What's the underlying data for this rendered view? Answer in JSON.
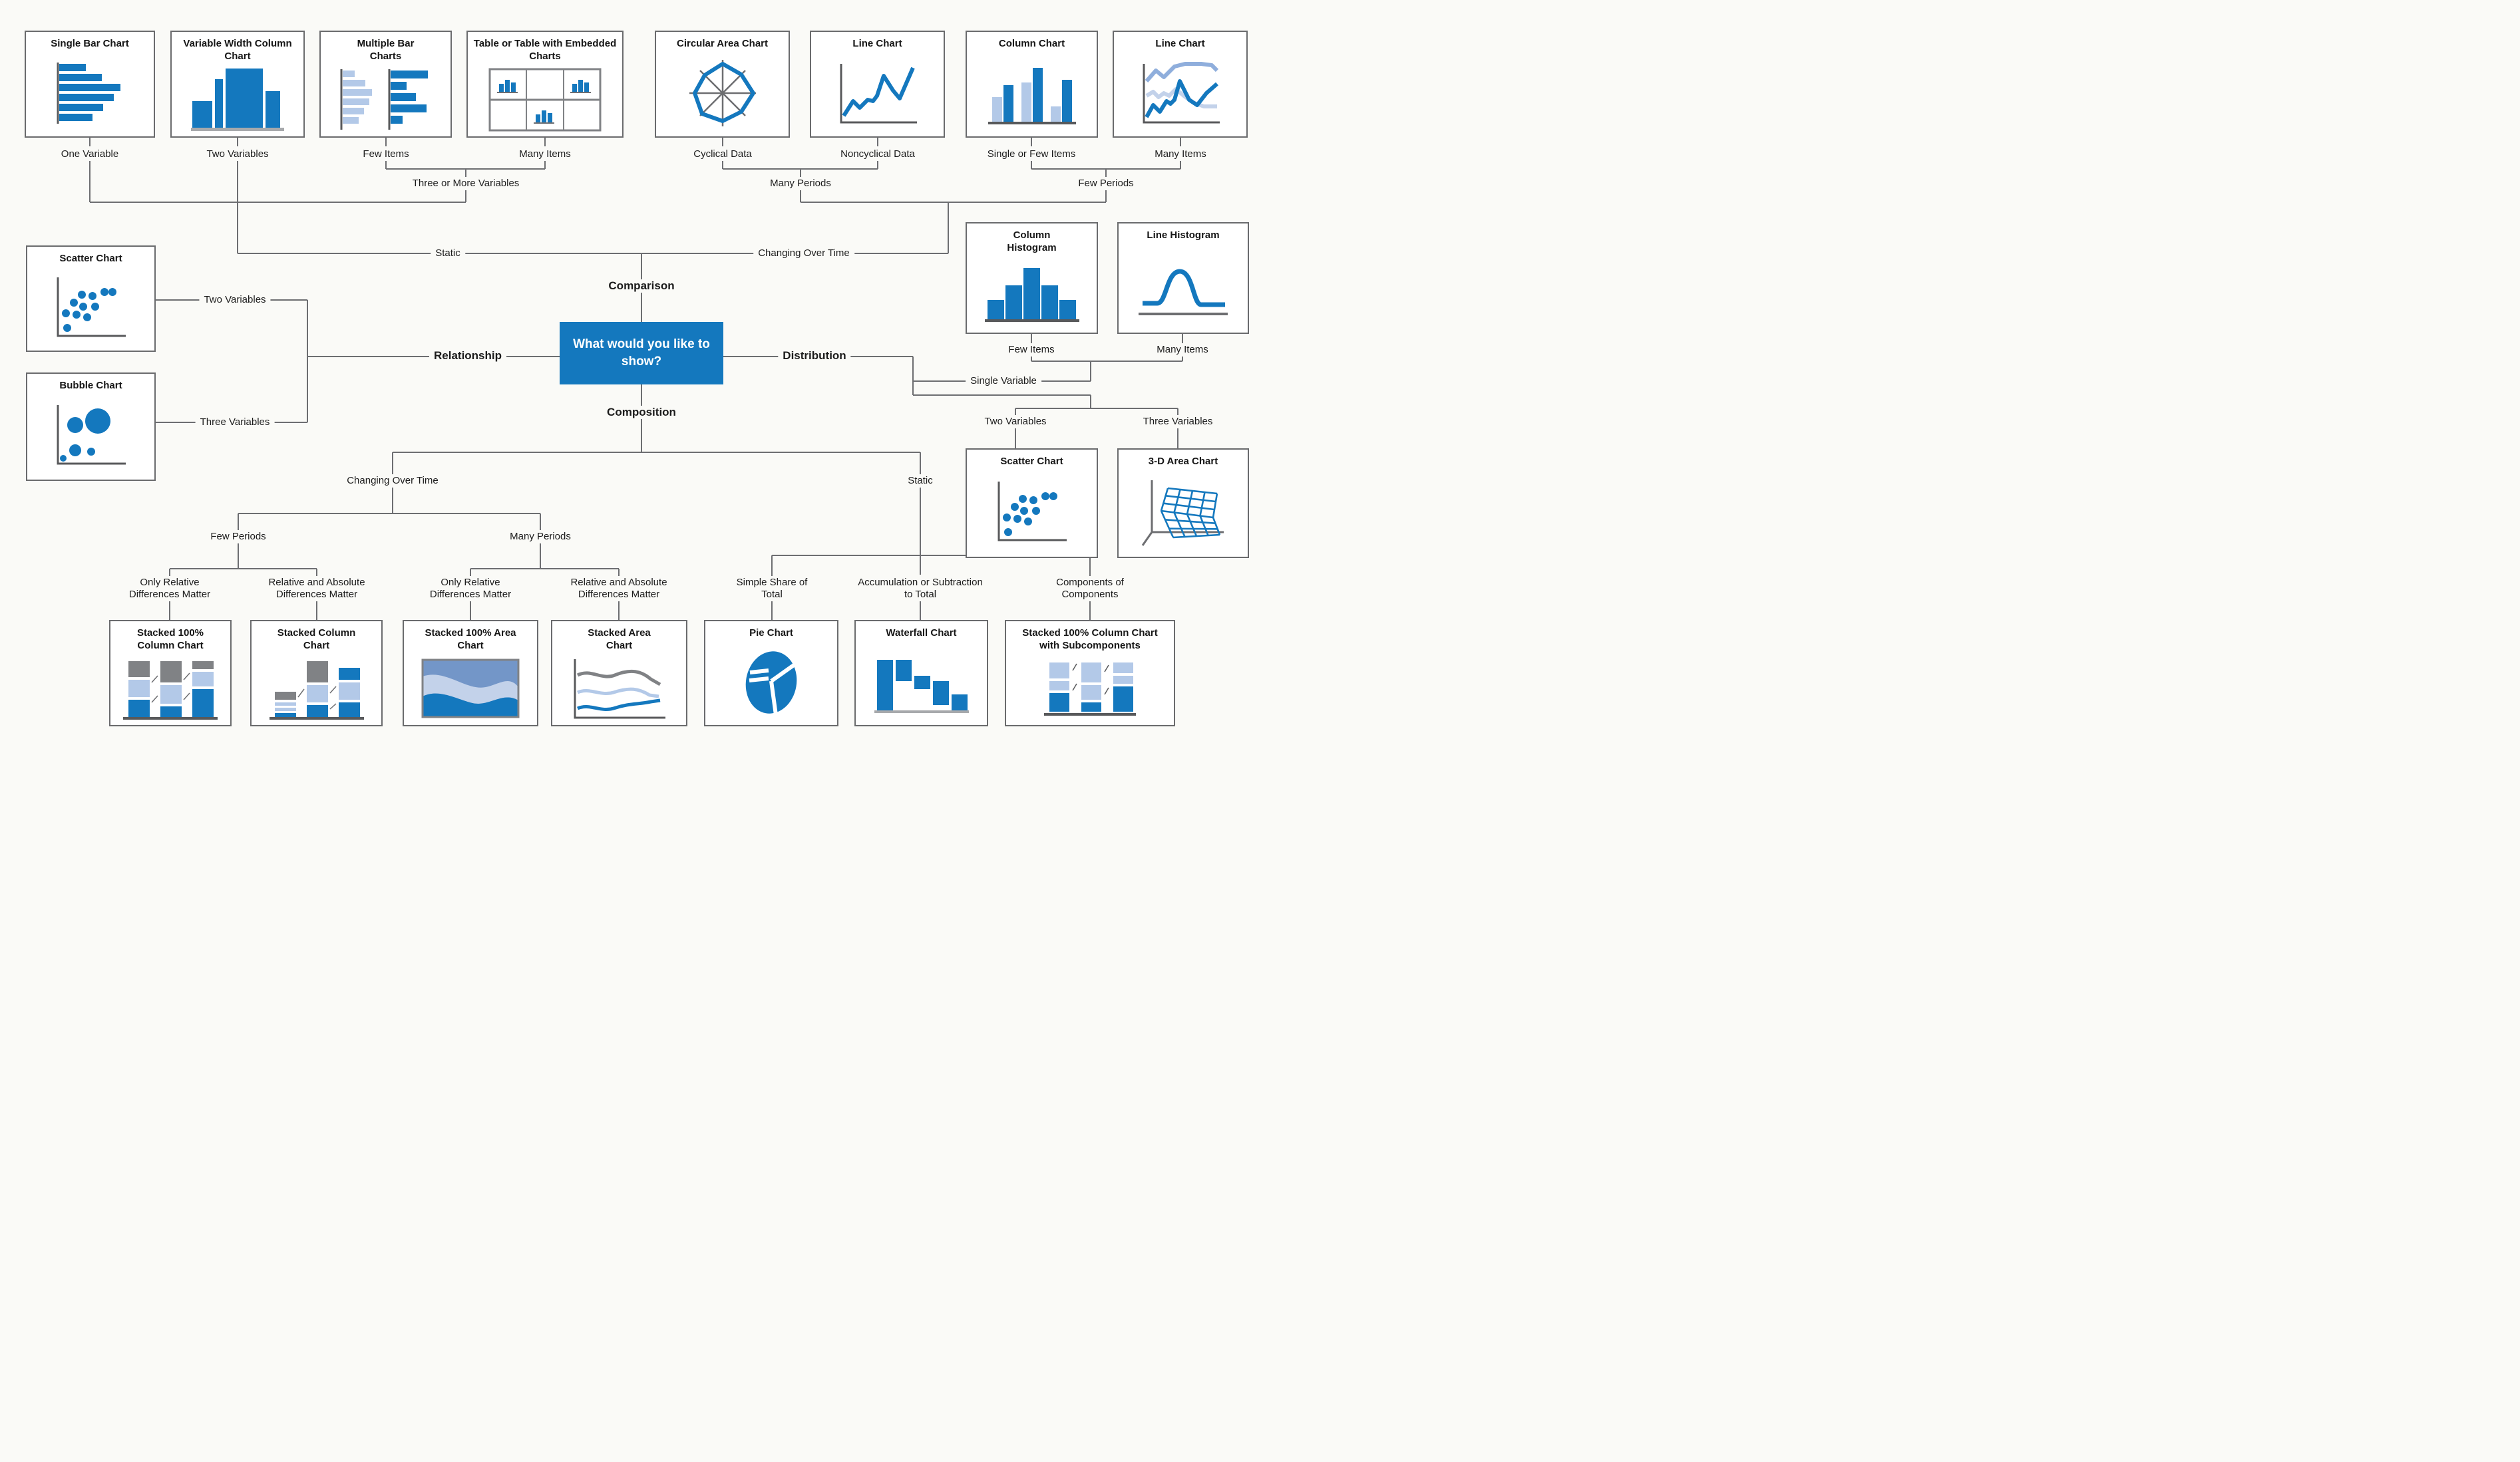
{
  "nodes": {
    "question": "What would you like to show?",
    "comparison": "Comparison",
    "relationship": "Relationship",
    "distribution": "Distribution",
    "composition": "Composition"
  },
  "edge_labels": {
    "one_variable": "One Variable",
    "two_variables_top": "Two Variables",
    "few_items_top": "Few Items",
    "many_items_top": "Many Items",
    "three_or_more_variables": "Three or More Variables",
    "cyclical_data": "Cyclical Data",
    "noncyclical_data": "Noncyclical Data",
    "single_or_few_items": "Single or Few Items",
    "many_items_top2": "Many Items",
    "many_periods_top": "Many Periods",
    "few_periods_top": "Few Periods",
    "static_top": "Static",
    "changing_over_time_top": "Changing Over Time",
    "two_variables_left": "Two Variables",
    "three_variables_left": "Three Variables",
    "few_items_right": "Few Items",
    "many_items_right": "Many Items",
    "single_variable": "Single Variable",
    "two_variables_right": "Two Variables",
    "three_variables_right": "Three Variables",
    "changing_over_time_bottom": "Changing Over Time",
    "static_bottom": "Static",
    "few_periods_bottom": "Few Periods",
    "many_periods_bottom": "Many Periods",
    "only_relative_1": "Only Relative Differences Matter",
    "relative_absolute_1": "Relative and Absolute Differences Matter",
    "only_relative_2": "Only Relative Differences Matter",
    "relative_absolute_2": "Relative and Absolute Differences Matter",
    "simple_share": "Simple Share of Total",
    "accumulation": "Accumulation or Subtraction to Total",
    "components": "Components of Components"
  },
  "chart_boxes": {
    "single_bar": "Single Bar Chart",
    "variable_width": "Variable Width Column Chart",
    "multiple_bar": "Multiple Bar Charts",
    "table_embedded": "Table or Table with Embedded Charts",
    "circular_area": "Circular Area Chart",
    "line_noncyclical": "Line Chart",
    "column": "Column Chart",
    "line_many": "Line Chart",
    "scatter_relationship": "Scatter Chart",
    "bubble": "Bubble Chart",
    "column_histogram": "Column Histogram",
    "line_histogram": "Line Histogram",
    "scatter_distribution": "Scatter Chart",
    "area_3d": "3-D Area Chart",
    "stacked100_column": "Stacked 100% Column Chart",
    "stacked_column": "Stacked Column Chart",
    "stacked100_area": "Stacked 100% Area Chart",
    "stacked_area": "Stacked Area Chart",
    "pie": "Pie Chart",
    "waterfall": "Waterfall Chart",
    "stacked100_sub": "Stacked 100% Column Chart with Subcomponents"
  },
  "colors": {
    "accent_blue": "#1478BE",
    "light_blue": "#B3C9E8",
    "mid_blue": "#7396C8",
    "segment_gray": "#808285",
    "line_gray": "#6D6E71",
    "background": "#FAFAF7"
  }
}
